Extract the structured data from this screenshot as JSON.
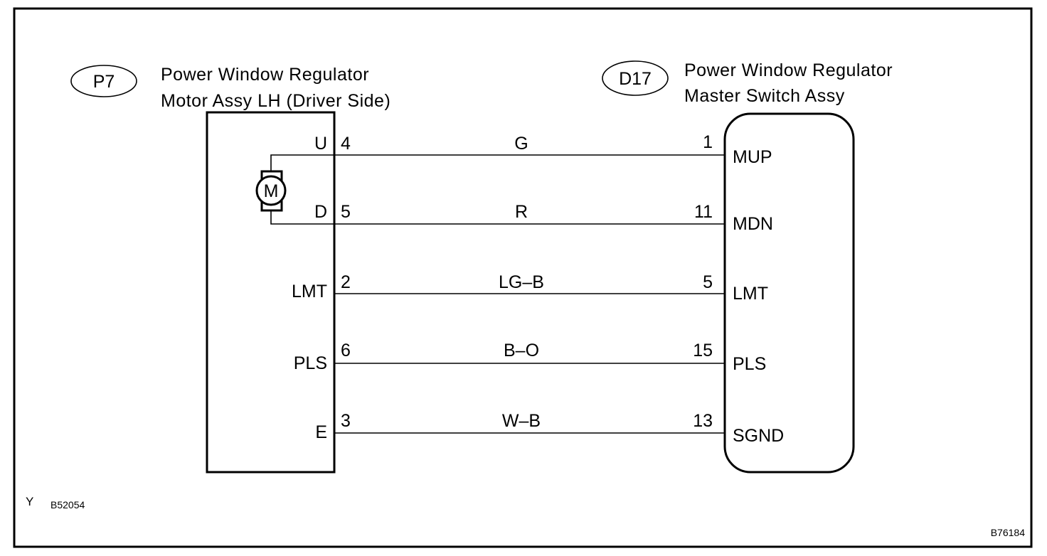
{
  "diagram": {
    "left_component": {
      "connector_id": "P7",
      "title_line1": "Power Window Regulator",
      "title_line2": "Motor Assy LH (Driver Side)",
      "motor_label": "M"
    },
    "right_component": {
      "connector_id": "D17",
      "title_line1": "Power Window Regulator",
      "title_line2": "Master Switch Assy"
    },
    "wires": [
      {
        "left_terminal": "U",
        "left_pin": "4",
        "color": "G",
        "right_pin": "1",
        "right_terminal": "MUP"
      },
      {
        "left_terminal": "D",
        "left_pin": "5",
        "color": "R",
        "right_pin": "11",
        "right_terminal": "MDN"
      },
      {
        "left_terminal": "LMT",
        "left_pin": "2",
        "color": "LG–B",
        "right_pin": "5",
        "right_terminal": "LMT"
      },
      {
        "left_terminal": "PLS",
        "left_pin": "6",
        "color": "B–O",
        "right_pin": "15",
        "right_terminal": "PLS"
      },
      {
        "left_terminal": "E",
        "left_pin": "3",
        "color": "W–B",
        "right_pin": "13",
        "right_terminal": "SGND"
      }
    ],
    "footer": {
      "marker": "Y",
      "ref_left": "B52054",
      "ref_right": "B76184"
    }
  }
}
